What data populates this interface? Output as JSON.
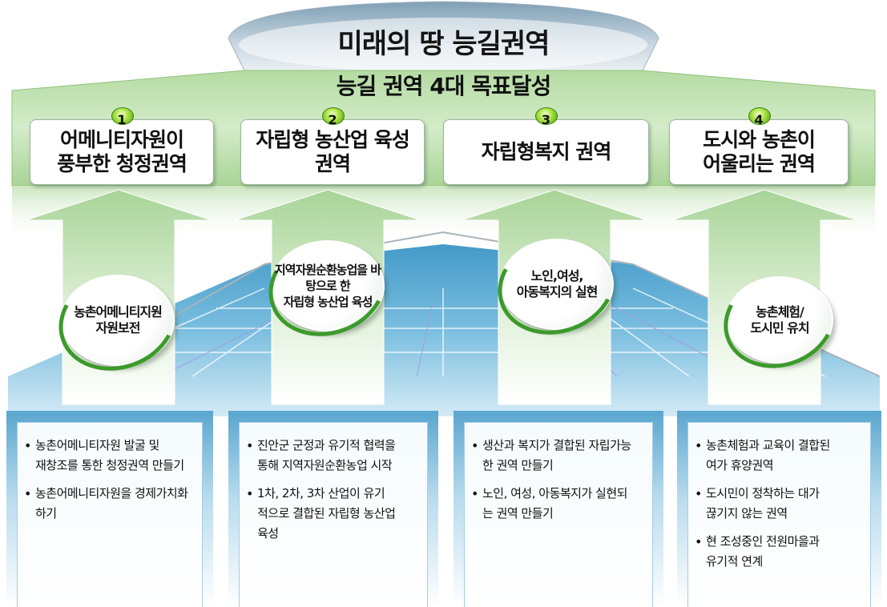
{
  "title": "미래의 땅 능길권역",
  "subtitle": "능길 권역 4대 목표달성",
  "goals": [
    {
      "num": "1",
      "line1": "어메니티자원이",
      "line2": "풍부한 청정권역"
    },
    {
      "num": "2",
      "line1": "자립형 농산업 육성",
      "line2": "권역"
    },
    {
      "num": "3",
      "line1": "자립형복지 권역",
      "line2": ""
    },
    {
      "num": "4",
      "line1": "도시와 농촌이",
      "line2": "어울리는 권역"
    }
  ],
  "strategies": [
    {
      "lines": [
        "농촌어메니티지원",
        "자원보전"
      ]
    },
    {
      "lines": [
        "지역자원순환농업을 바",
        "탕으로 한",
        "자립형 농산업 육성"
      ]
    },
    {
      "lines": [
        "노인,여성,",
        "아동복지의 실현"
      ]
    },
    {
      "lines": [
        "농촌체험/",
        "도시민 유치"
      ]
    }
  ],
  "panels": [
    {
      "items": [
        [
          "농촌어메니티자원 발굴 및",
          "재창조를 통한 청정권역 만들기"
        ],
        [
          "농촌어메니티자원을 경제가치화",
          "하기"
        ]
      ]
    },
    {
      "items": [
        [
          "진안군 군정과 유기적 협력을",
          "통해 지역자원순환농업 시작"
        ],
        [
          "1차, 2차, 3차 산업이 유기",
          "적으로 결합된 자립형 농산업",
          "육성"
        ]
      ]
    },
    {
      "items": [
        [
          "생산과 복지가 결합된 자립가능",
          "한 권역 만들기"
        ],
        [
          "노인, 여성, 아동복지가 실현되",
          "는 권역 만들기"
        ]
      ]
    },
    {
      "items": [
        [
          " 농촌체험과 교육이 결합된",
          "여가 휴양권역"
        ],
        [
          "도시민이 정착하는 대가",
          "끊기지 않는 권역"
        ],
        [
          "현 조성중인 전원마을과",
          "유기적 연계"
        ]
      ]
    }
  ],
  "colors": {
    "green_band": "#9fd08a",
    "arrow": "#c8e4bf",
    "panel_blue": "#5aa6cf",
    "floor_blue": "#4aa3cf"
  }
}
